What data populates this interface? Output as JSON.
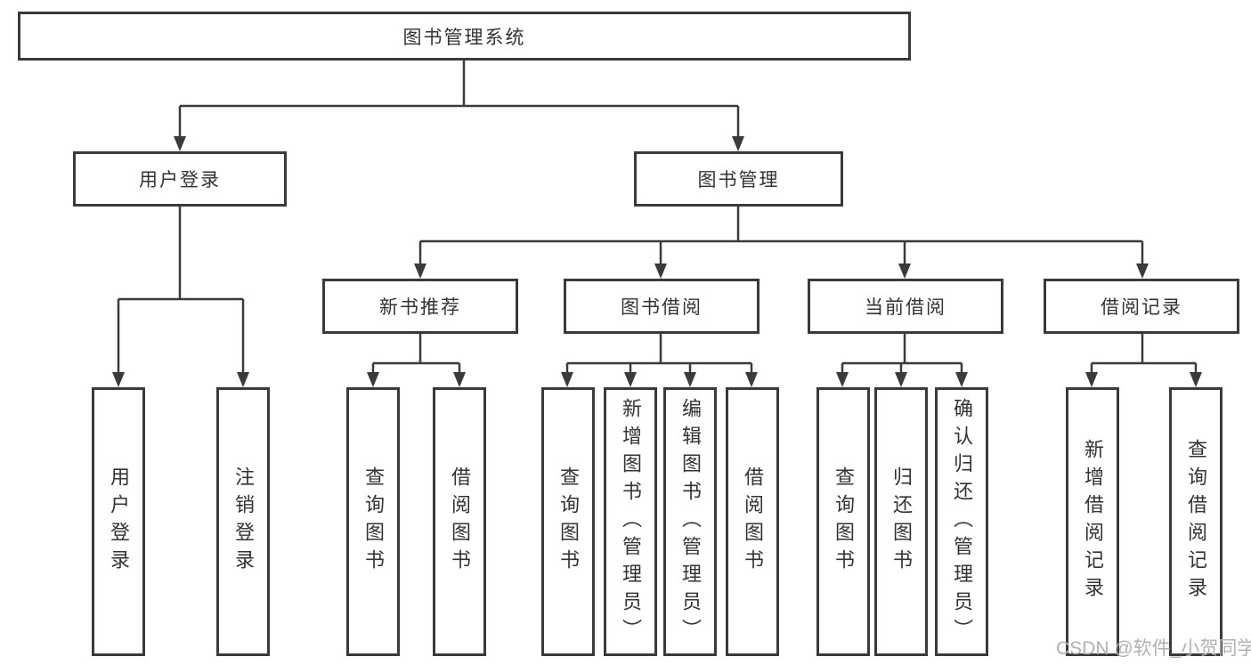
{
  "tree": {
    "root": "图书管理系统",
    "user_login": {
      "label": "用户登录",
      "children": [
        "用户登录",
        "注销登录"
      ]
    },
    "book_mgmt": {
      "label": "图书管理",
      "children": {
        "new_book_rec": {
          "label": "新书推荐",
          "children": [
            "查询图书",
            "借阅图书"
          ]
        },
        "book_borrow": {
          "label": "图书借阅",
          "children": [
            "查询图书",
            "新增图书（管理员）",
            "编辑图书（管理员）",
            "借阅图书"
          ]
        },
        "current_borrow": {
          "label": "当前借阅",
          "children": [
            "查询图书",
            "归还图书",
            "确认归还（管理员）"
          ]
        },
        "borrow_record": {
          "label": "借阅记录",
          "children": [
            "新增借阅记录",
            "查询借阅记录"
          ]
        }
      }
    }
  },
  "watermark": "CSDN @软件_小贺同学",
  "colors": {
    "line": "#3a3a3a",
    "box_border": "#3a3a3a",
    "box_background": "#ffffff",
    "text": "#333333",
    "watermark": "#b6afaf"
  }
}
